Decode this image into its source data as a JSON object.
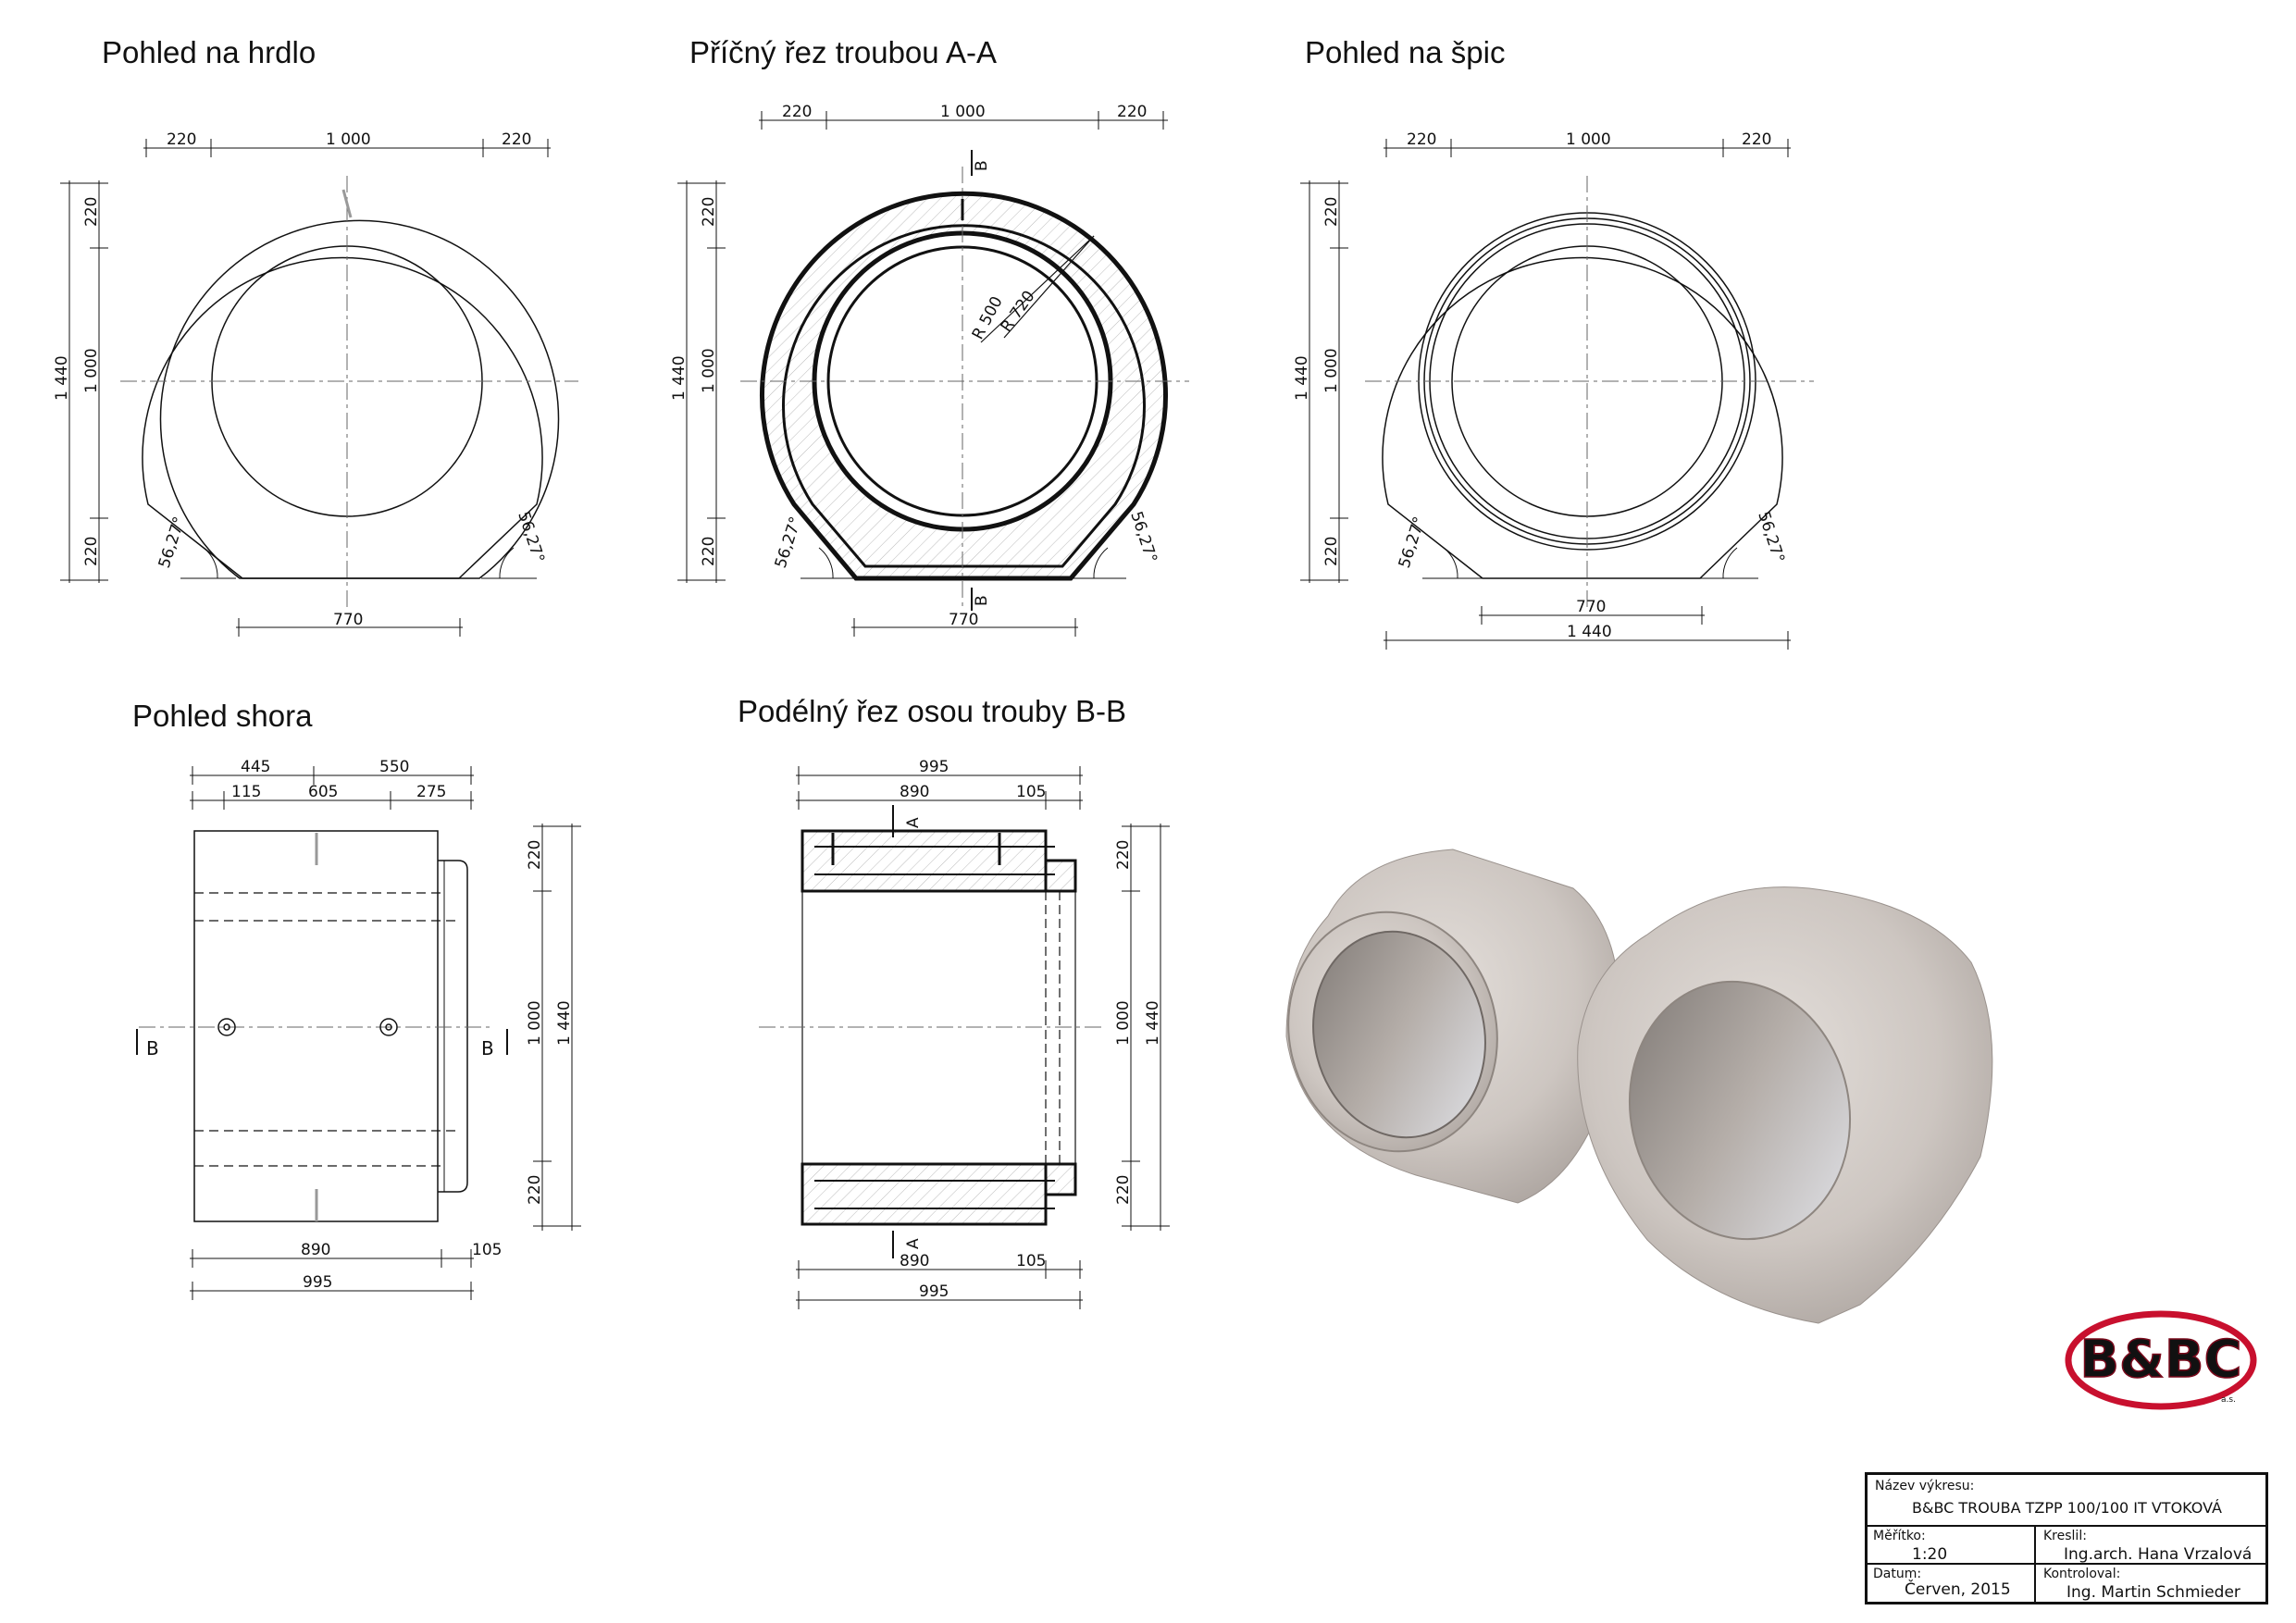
{
  "views": {
    "hrdlo_title": "Pohled na hrdlo",
    "aa_title": "Příčný řez troubou A-A",
    "spic_title": "Pohled na špic",
    "shora_title": "Pohled shora",
    "bb_title": "Podélný řez osou trouby B-B"
  },
  "dims": {
    "d220": "220",
    "d1000": "1 000",
    "d1440": "1 440",
    "d770": "770",
    "angle": "56,27°",
    "r500": "R 500",
    "r720": "R 720",
    "d445": "445",
    "d550": "550",
    "d115": "115",
    "d605": "605",
    "d275": "275",
    "d890": "890",
    "d105": "105",
    "d995": "995"
  },
  "section_marks": {
    "a": "A",
    "b": "B"
  },
  "logo": {
    "text": "B&BC",
    "suffix": "a.s.",
    "color": "#c8102e"
  },
  "title_block": {
    "name_label": "Název výkresu:",
    "name_value": "B&BC TROUBA TZPP 100/100 IT VTOKOVÁ",
    "scale_label": "Měřítko:",
    "scale_value": "1:20",
    "drawn_label": "Kreslil:",
    "drawn_value": "Ing.arch. Hana Vrzalová",
    "date_label": "Datum:",
    "date_value": "Červen, 2015",
    "checked_label": "Kontroloval:",
    "checked_value": "Ing. Martin Schmieder"
  }
}
